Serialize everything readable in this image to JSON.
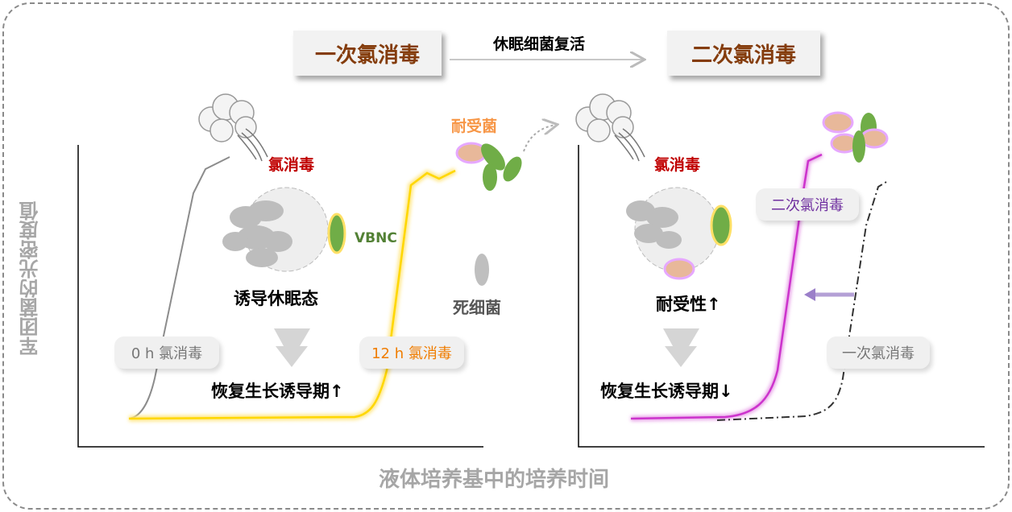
{
  "stage1": {
    "title": "一次氯消毒"
  },
  "stage2": {
    "title": "二次氯消毒"
  },
  "transition": {
    "label": "休眠细菌复活"
  },
  "yaxis": {
    "label": "军团菌的光密度值"
  },
  "xaxis": {
    "label": "液体培养基中的培养时间"
  },
  "left_panel": {
    "chlorine_label": "氯消毒",
    "vbnc_label": "VBNC",
    "dormancy_label": "诱导休眠态",
    "dead_label": "死细菌",
    "resistant_label": "耐受菌",
    "curve0_label": "0 h 氯消毒",
    "curve12_label": "12 h 氯消毒",
    "lag_label": "恢复生长诱导期↑"
  },
  "right_panel": {
    "chlorine_label": "氯消毒",
    "tolerance_label": "耐受性↑",
    "second_label": "二次氯消毒",
    "first_label": "一次氯消毒",
    "lag_label": "恢复生长诱导期↓"
  },
  "colors": {
    "title": "#843c0c",
    "chlorine": "#c00000",
    "vbnc": "#538135",
    "resistant": "#f79646",
    "yellow": "#ffd700",
    "magenta": "#cc33cc",
    "second": "#7030a0",
    "axislabel": "#a6a6a6"
  }
}
